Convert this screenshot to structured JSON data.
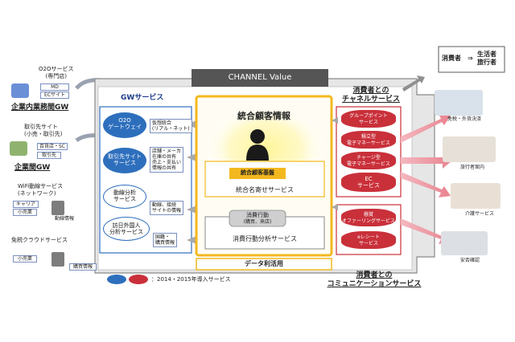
{
  "channel_value": "CHANNEL  Value",
  "gw_service": "GWサービス",
  "data_usage": "データ利活用",
  "integrated": {
    "title": "統合顧客情報",
    "base": "統合顧客基盤",
    "service": "統合名寄せサービス"
  },
  "behavior": {
    "title": "消費行動",
    "sub": "(購買、来店)",
    "service": "消費行動分析サービス"
  },
  "gw_items": [
    {
      "label": "O2O\nゲートウェイ",
      "desc": "仮想統合\n(リアル・ネット)"
    },
    {
      "label": "取引先サイト\nサービス",
      "desc": "店舗・メーカ\n在庫の共有\n売上・支払い\n情報の共有"
    },
    {
      "label": "動線分析\nサービス",
      "desc": "動線、接続\nサイトの情報"
    },
    {
      "label": "訪日外国人\n分析サービス",
      "desc": "国籍・\n購買情報"
    }
  ],
  "left": {
    "o2o": {
      "title": "O2Oサービス\n(専門店)",
      "md": "MD",
      "ec": "ECサイト",
      "caption": "企業内業務間GW"
    },
    "partner": {
      "title": "取引先サイト\n(小売・取引先)",
      "store": "百貨店・SC",
      "client": "取引先",
      "caption": "企業間GW"
    },
    "wifi": {
      "title": "WiFi動線サービス\n(ネットワーク)",
      "carrier": "キャリア",
      "retail": "小売業",
      "sub": "動線情報"
    },
    "taxfree": {
      "title": "免税クラウドサービス",
      "retail": "小売業",
      "sub": "購買情報"
    }
  },
  "channel_header": "消費者との\nチャネルサービス",
  "channel_items": [
    "グループポイント\nサービス",
    "積立型\n電子マネーサービス",
    "チャージ型\n電子マネーサービス",
    "EC\nサービス"
  ],
  "comm_header": "消費者との\nコミュニケーションサービス",
  "comm_items": [
    "懸賞\nオファーリングサービス",
    "eレシート\nサービス"
  ],
  "right": {
    "consumer": "消費者",
    "arrow": "⇒",
    "life": "生活者\n旅行者",
    "scenes": [
      "免税・外貨決済",
      "旅行者案内",
      "介護サービス",
      "安否確認"
    ]
  },
  "legend_text": "：2014・2015年導入サービス",
  "colors": {
    "blue": "#2e6fbd",
    "red": "#c9303a",
    "yellow": "#f3b81f",
    "navy": "#1e3d8c"
  }
}
